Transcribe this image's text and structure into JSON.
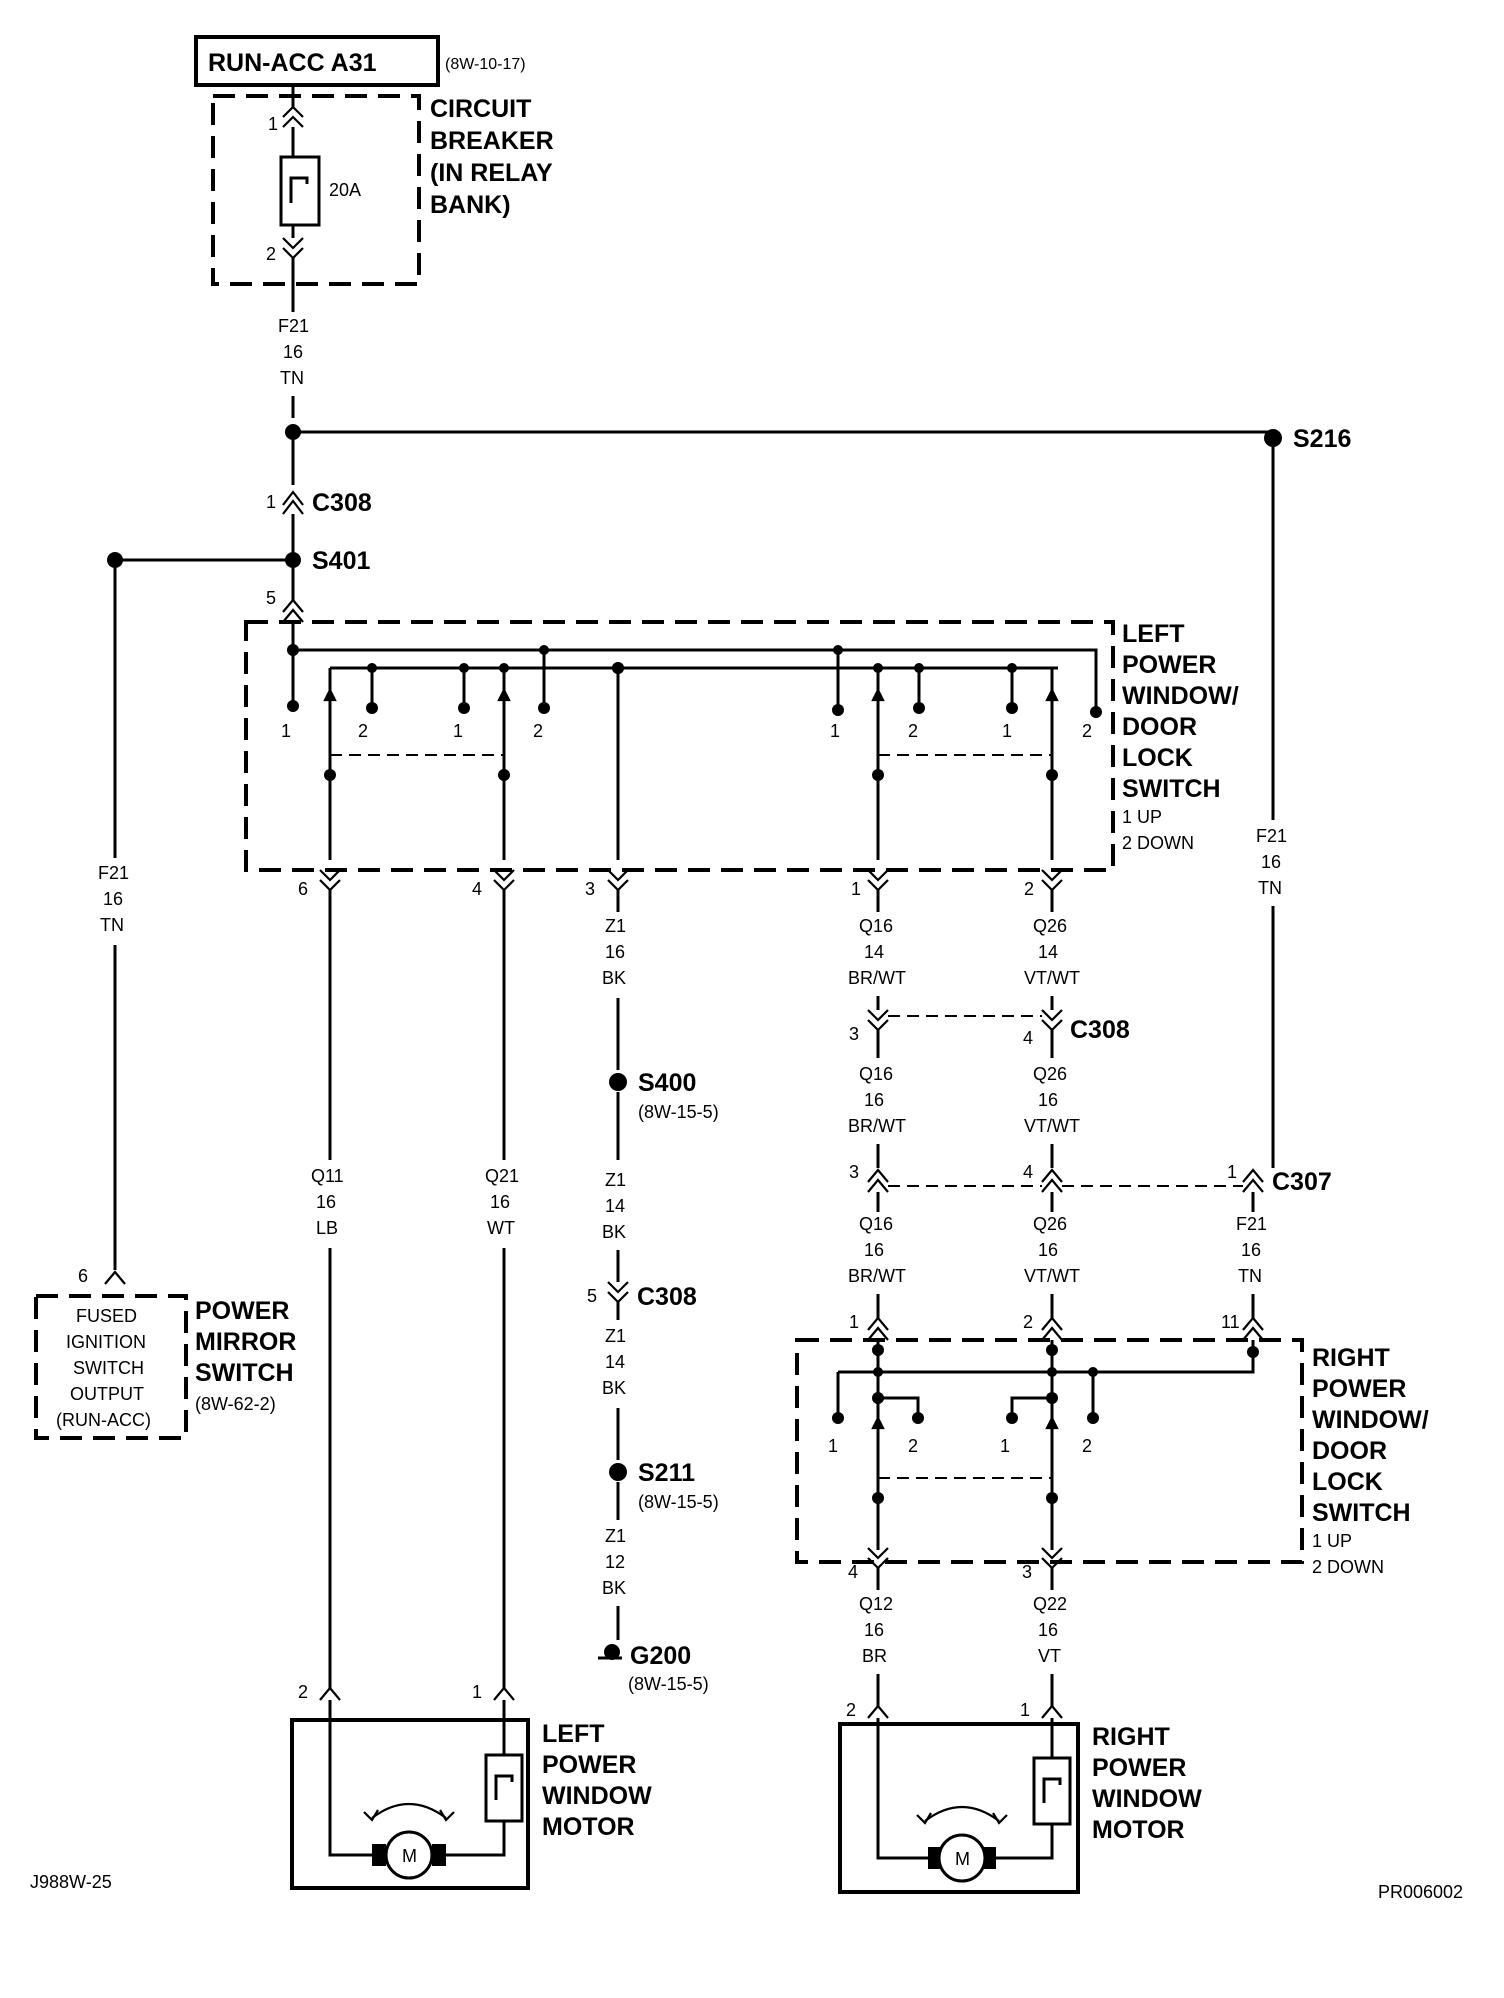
{
  "top": {
    "source_name": "RUN-ACC A31",
    "source_ref": "(8W-10-17)",
    "breaker_l1": "CIRCUIT",
    "breaker_l2": "BREAKER",
    "breaker_l3": "(IN RELAY",
    "breaker_l4": "BANK)",
    "breaker_rating": "20A",
    "pin_1": "1",
    "pin_2": "2"
  },
  "splices": {
    "s216": "S216",
    "s401": "S401",
    "s400": "S400",
    "s400_ref": "(8W-15-5)",
    "s211": "S211",
    "s211_ref": "(8W-15-5)",
    "g200": "G200",
    "g200_ref": "(8W-15-5)"
  },
  "connectors": {
    "c308": "C308",
    "c307": "C307"
  },
  "left_switch": {
    "l1": "LEFT",
    "l2": "POWER",
    "l3": "WINDOW/",
    "l4": "DOOR",
    "l5": "LOCK",
    "l6": "SWITCH",
    "l7": "1 UP",
    "l8": "2 DOWN"
  },
  "right_switch": {
    "l1": "RIGHT",
    "l2": "POWER",
    "l3": "WINDOW/",
    "l4": "DOOR",
    "l5": "LOCK",
    "l6": "SWITCH",
    "l7": "1 UP",
    "l8": "2 DOWN"
  },
  "mirror": {
    "box_l1": "FUSED",
    "box_l2": "IGNITION",
    "box_l3": "SWITCH",
    "box_l4": "OUTPUT",
    "box_l5": "(RUN-ACC)",
    "name_l1": "POWER",
    "name_l2": "MIRROR",
    "name_l3": "SWITCH",
    "ref": "(8W-62-2)"
  },
  "left_motor": {
    "l1": "LEFT",
    "l2": "POWER",
    "l3": "WINDOW",
    "l4": "MOTOR",
    "m": "M"
  },
  "right_motor": {
    "l1": "RIGHT",
    "l2": "POWER",
    "l3": "WINDOW",
    "l4": "MOTOR",
    "m": "M"
  },
  "wires": {
    "f21": "F21",
    "q11": "Q11",
    "q21": "Q21",
    "z1": "Z1",
    "q16": "Q16",
    "q26": "Q26",
    "q12": "Q12",
    "q22": "Q22",
    "g16": "16",
    "g14": "14",
    "g12": "12",
    "tn": "TN",
    "lb": "LB",
    "wt": "WT",
    "bk": "BK",
    "brwt": "BR/WT",
    "vtwt": "VT/WT",
    "br": "BR",
    "vt": "VT"
  },
  "pins": {
    "p1": "1",
    "p2": "2",
    "p3": "3",
    "p4": "4",
    "p5": "5",
    "p6": "6",
    "p11": "11"
  },
  "footer": {
    "left_code": "J988W-25",
    "right_code": "PR006002"
  }
}
